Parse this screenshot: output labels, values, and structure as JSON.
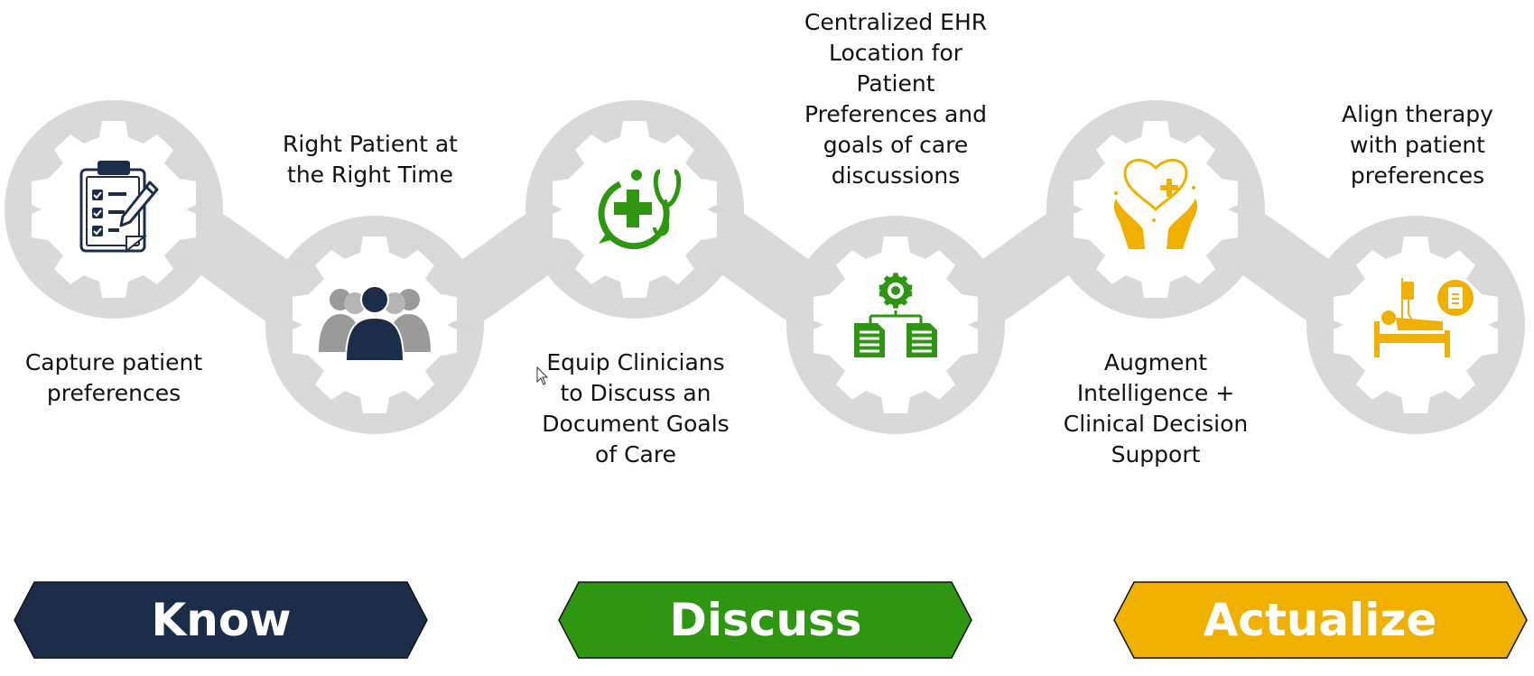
{
  "labels": {
    "step1": "Capture patient\npreferences",
    "step2": "Right Patient at\nthe Right Time",
    "step3": "Equip Clinicians\nto Discuss an\nDocument Goals\nof Care",
    "step4": "Centralized EHR\nLocation for\nPatient\nPreferences and\ngoals of care\ndiscussions",
    "step5": "Augment\nIntelligence +\nClinical Decision\nSupport",
    "step6": "Align therapy\nwith patient\npreferences"
  },
  "banners": {
    "know": "Know",
    "discuss": "Discuss",
    "actualize": "Actualize"
  },
  "colors": {
    "gear_bg": "#d9d9d9",
    "know": "#1c2d4a",
    "discuss": "#2e9611",
    "actualize": "#f0b000",
    "navy": "#1c2d4a",
    "gray_person": "#9a9a9a"
  },
  "icons": {
    "step1": "clipboard-checklist-icon",
    "step2": "team-people-icon",
    "step3": "medical-chat-stethoscope-icon",
    "step4": "gear-document-hierarchy-icon",
    "step5": "hands-heart-care-icon",
    "step6": "hospital-bed-patient-icon"
  }
}
